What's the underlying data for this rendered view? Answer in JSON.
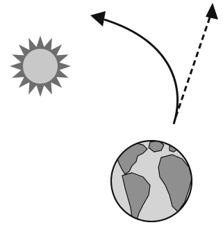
{
  "diagram": {
    "type": "illustration",
    "elements": [
      {
        "name": "sun",
        "shape": "spiky-star",
        "points": 16
      },
      {
        "name": "earth",
        "shape": "globe"
      },
      {
        "name": "curved-path-arrow",
        "style": "solid",
        "direction": "up-left"
      },
      {
        "name": "straight-path-arrow",
        "style": "dashed",
        "direction": "up-right"
      }
    ]
  },
  "colors": {
    "sun_outer": "#6e6e6e",
    "sun_inner": "#c8c8c8",
    "ocean": "#d4d4d4",
    "land": "#8f8f8f",
    "outline": "#111111"
  }
}
